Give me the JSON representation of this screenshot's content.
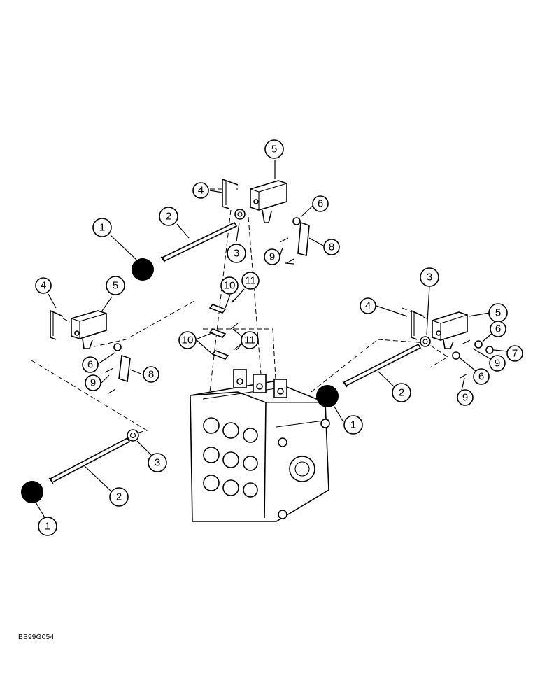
{
  "figure_code": "BS99G054",
  "callout_labels": [
    "1",
    "2",
    "3",
    "4",
    "5",
    "6",
    "7",
    "8",
    "9",
    "10",
    "11"
  ],
  "colors": {
    "ink": "#000000",
    "background": "#ffffff"
  }
}
